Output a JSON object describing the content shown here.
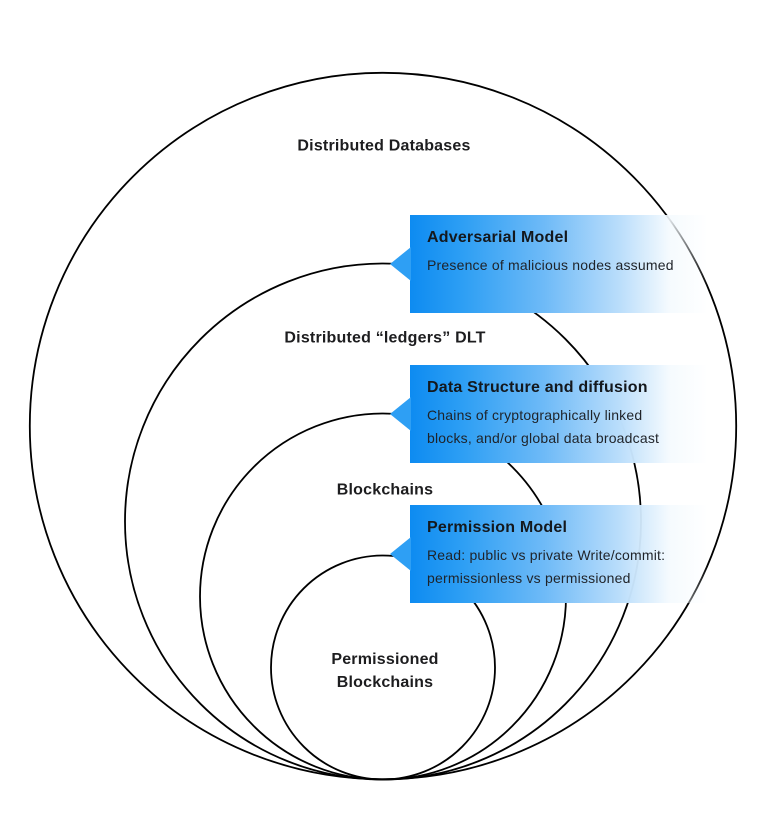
{
  "diagram": {
    "title_hint": "Nested classification of distributed ledger technologies",
    "rings": [
      {
        "label": "Distributed Databases"
      },
      {
        "label": "Distributed “ledgers” DLT"
      },
      {
        "label": "Blockchains"
      },
      {
        "label": "Permissioned\nBlockchains"
      }
    ],
    "callouts": [
      {
        "title": "Adversarial Model",
        "body": "Presence of malicious nodes assumed"
      },
      {
        "title": "Data Structure and diffusion",
        "body": "Chains of cryptographically linked\nblocks, and/or global data broadcast"
      },
      {
        "title": "Permission Model",
        "body": "Read: public vs private Write/commit:\npermissionless vs permissioned"
      }
    ],
    "colors": {
      "callout_blue": "#0d8bf1",
      "callout_pointer_blue": "#2e9ff4",
      "circle_stroke": "#000000",
      "text": "#1d1d1f"
    }
  }
}
